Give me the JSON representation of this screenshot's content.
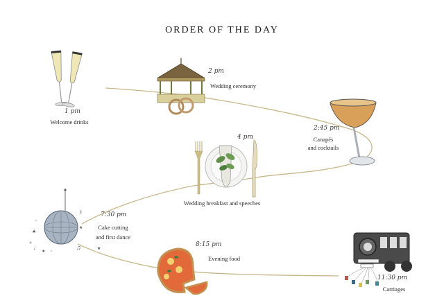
{
  "title": "ORDER OF THE DAY",
  "colors": {
    "timeline_line": "#c8b78a",
    "background": "#ffffff",
    "text": "#2b2b2b"
  },
  "events": [
    {
      "time": "1 pm",
      "label": "Welcome drinks",
      "icon": "champagne-flutes-icon"
    },
    {
      "time": "2 pm",
      "label": "Wedding ceremony",
      "icon": "gazebo-rings-icon"
    },
    {
      "time": "2:45 pm",
      "label_line1": "Canapés",
      "label_line2": "and cocktails",
      "icon": "cocktail-glass-icon"
    },
    {
      "time": "4 pm",
      "label": "Wedding breakfast and speeches",
      "icon": "place-setting-icon"
    },
    {
      "time": "7:30 pm",
      "label_line1": "Cake cutting",
      "label_line2": "and first dance",
      "icon": "disco-ball-icon"
    },
    {
      "time": "8:15 pm",
      "label": "Evening food",
      "icon": "pizza-icon"
    },
    {
      "time": "11:30 pm",
      "label": "Carriages",
      "icon": "getaway-car-icon"
    }
  ]
}
